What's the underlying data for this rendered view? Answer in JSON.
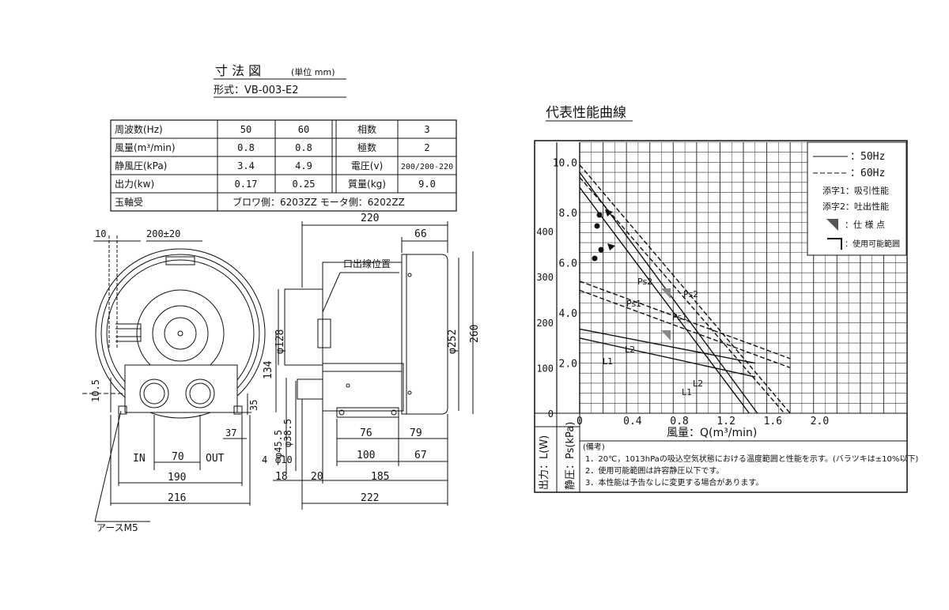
{
  "header": {
    "title": "寸 法 図",
    "unit": "(単位 mm)",
    "model": "形式：VB-003-E2"
  },
  "spec_table": {
    "rows": [
      {
        "label": "周波数(Hz)",
        "v50": "50",
        "v60": "60",
        "label2": "相数",
        "v2": "3"
      },
      {
        "label": "風量(m³/min)",
        "v50": "0.8",
        "v60": "0.8",
        "label2": "極数",
        "v2": "2"
      },
      {
        "label": "静風圧(kPa)",
        "v50": "3.4",
        "v60": "4.9",
        "label2": "電圧(v)",
        "v2": "200/200-220"
      },
      {
        "label": "出力(kw)",
        "v50": "0.17",
        "v60": "0.25",
        "label2": "質量(kg)",
        "v2": "9.0"
      }
    ],
    "bearing_label": "玉軸受",
    "bearing_value": "ブロワ側：6203ZZ モータ側：6202ZZ"
  },
  "drawing": {
    "dims": {
      "d10": "10",
      "d200": "200±20",
      "d10_5": "10.5",
      "d35": "35",
      "d37": "37",
      "d70": "70",
      "d190": "190",
      "d216": "216",
      "in": "IN",
      "out": "OUT",
      "earth": "アースM5",
      "d220": "220",
      "d66": "66",
      "cable": "口出線位置",
      "d128": "φ128",
      "d134": "134",
      "d252": "φ252",
      "d260": "260",
      "d455": "φ45.5",
      "d385": "φ38.5",
      "d4": "4",
      "d10h": "φ10",
      "d76": "76",
      "d79": "79",
      "d100": "100",
      "d67": "67",
      "d18": "18",
      "d20": "20",
      "d185": "185",
      "d222": "222"
    }
  },
  "chart_data": {
    "type": "line",
    "title": "代表性能曲線",
    "xlabel": "風量：Q(m³/min)",
    "ylabel_left": "静圧：Ps(kPa)",
    "ylabel_power": "出力：L(W)",
    "x_ticks": [
      "0",
      "0.4",
      "0.8",
      "1.2",
      "1.6",
      "2.0"
    ],
    "y_ticks": [
      "2.0",
      "4.0",
      "6.0",
      "8.0",
      "10.0"
    ],
    "power_ticks": [
      "0",
      "100",
      "200",
      "300",
      "400"
    ],
    "xlim": [
      0,
      2.8
    ],
    "ylim": [
      0,
      10.8
    ],
    "legend": {
      "hz50": "：50Hz",
      "hz60": "：60Hz",
      "sub1": "添字1：吸引性能",
      "sub2": "添字2：吐出性能",
      "spec_point": "：仕 様 点",
      "usable_range": "：使用可能範囲"
    },
    "series": [
      {
        "name": "Ps1",
        "style": "solid",
        "x": [
          0,
          1.45
        ],
        "y": [
          9.0,
          0
        ]
      },
      {
        "name": "Ps2",
        "style": "solid",
        "x": [
          0,
          1.52
        ],
        "y": [
          9.6,
          0
        ]
      },
      {
        "name": "Ps1",
        "style": "dashed",
        "x": [
          0,
          1.75
        ],
        "y": [
          9.4,
          0
        ]
      },
      {
        "name": "Ps2",
        "style": "dashed",
        "x": [
          0,
          1.8
        ],
        "y": [
          9.9,
          0
        ]
      },
      {
        "name": "L1",
        "style": "solid",
        "power": true,
        "x": [
          0,
          1.5
        ],
        "y": [
          165,
          80
        ]
      },
      {
        "name": "L2",
        "style": "solid",
        "power": true,
        "x": [
          0,
          1.5
        ],
        "y": [
          185,
          110
        ]
      },
      {
        "name": "L1",
        "style": "dashed",
        "power": true,
        "x": [
          0,
          1.8
        ],
        "y": [
          270,
          100
        ]
      },
      {
        "name": "L2",
        "style": "dashed",
        "power": true,
        "x": [
          0,
          1.8
        ],
        "y": [
          290,
          120
        ]
      }
    ],
    "labels": {
      "ps2_a": "Ps2",
      "ps1_a": "Ps1",
      "ps2_b": "Ps2",
      "ps1_b": "Ps1",
      "l2_a": "L2",
      "l1_a": "L1",
      "l2_b": "L2",
      "l1_b": "L1"
    }
  },
  "notes": {
    "title": "(備考)",
    "items": [
      "1．20℃，1013hPaの吸込空気状態における温度範囲と性能を示す。(バラツキは±10%以下)",
      "2．使用可能範囲は許容静圧以下です。",
      "3．本性能は予告なしに変更する場合があります。"
    ]
  }
}
